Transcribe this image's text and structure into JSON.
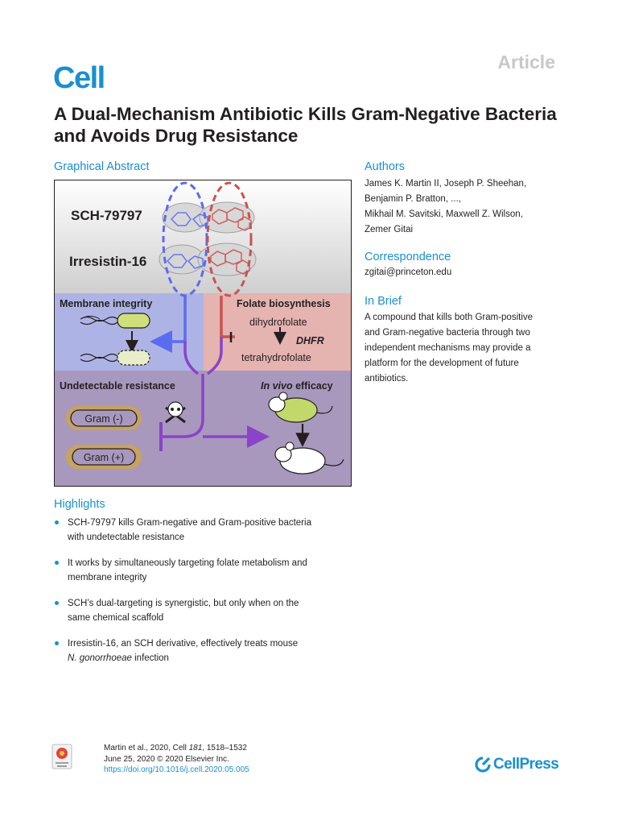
{
  "header": {
    "journal": "Cell",
    "article_type": "Article"
  },
  "title": "A Dual-Mechanism Antibiotic Kills Gram-Negative Bacteria and Avoids Drug Resistance",
  "graphical_abstract": {
    "heading": "Graphical Abstract",
    "compound1": "SCH-79797",
    "compound2": "Irresistin-16",
    "membrane": "Membrane integrity",
    "folate": "Folate biosynthesis",
    "dihydrofolate": "dihydrofolate",
    "dhfr": "DHFR",
    "tetrahydrofolate": "tetrahydrofolate",
    "resistance": "Undetectable resistance",
    "invivo_italic": "In vivo",
    "invivo_rest": " efficacy",
    "gram_neg": "Gram (-)",
    "gram_pos": "Gram (+)"
  },
  "authors": {
    "heading": "Authors",
    "lines": [
      "James K. Martin II, Joseph P. Sheehan,",
      "Benjamin P. Bratton, ...,",
      "Mikhail M. Savitski, Maxwell Z. Wilson,",
      "Zemer Gitai"
    ]
  },
  "correspondence": {
    "heading": "Correspondence",
    "email": "zgitai@princeton.edu"
  },
  "in_brief": {
    "heading": "In Brief",
    "lines": [
      "A compound that kills both Gram-positive",
      "and Gram-negative bacteria through two",
      "independent mechanisms may provide a",
      "platform for the development of future",
      "antibiotics."
    ]
  },
  "highlights": {
    "heading": "Highlights",
    "items": [
      [
        "SCH-79797 kills Gram-negative and Gram-positive bacteria",
        "with undetectable resistance"
      ],
      [
        "It works by simultaneously targeting folate metabolism and",
        "membrane integrity"
      ],
      [
        "SCH’s dual-targeting is synergistic, but only when on the",
        "same chemical scaffold"
      ],
      [
        "Irresistin-16, an SCH derivative, effectively treats mouse",
        "N. gonorrhoeae infection"
      ]
    ],
    "item4_italic": "N. gonorrhoeae",
    "item4_rest": " infection"
  },
  "footer": {
    "citation_pre": "Martin et al., 2020, Cell ",
    "volume": "181",
    "pages": ", 1518–1532",
    "date": "June 25, 2020 © 2020 Elsevier Inc.",
    "doi": "https://doi.org/10.1016/j.cell.2020.05.005"
  },
  "brand": {
    "publisher": "CellPress"
  },
  "colors": {
    "accent": "#1a8fd0",
    "membrane_panel": "#aeb3e6",
    "folate_panel": "#e5b3b0",
    "bottom_panel": "#a898bd",
    "blue_path": "#5b6cf0",
    "red_path": "#c9534f",
    "purple_path": "#8a43c9",
    "gram_ring": "#c8a25f"
  }
}
